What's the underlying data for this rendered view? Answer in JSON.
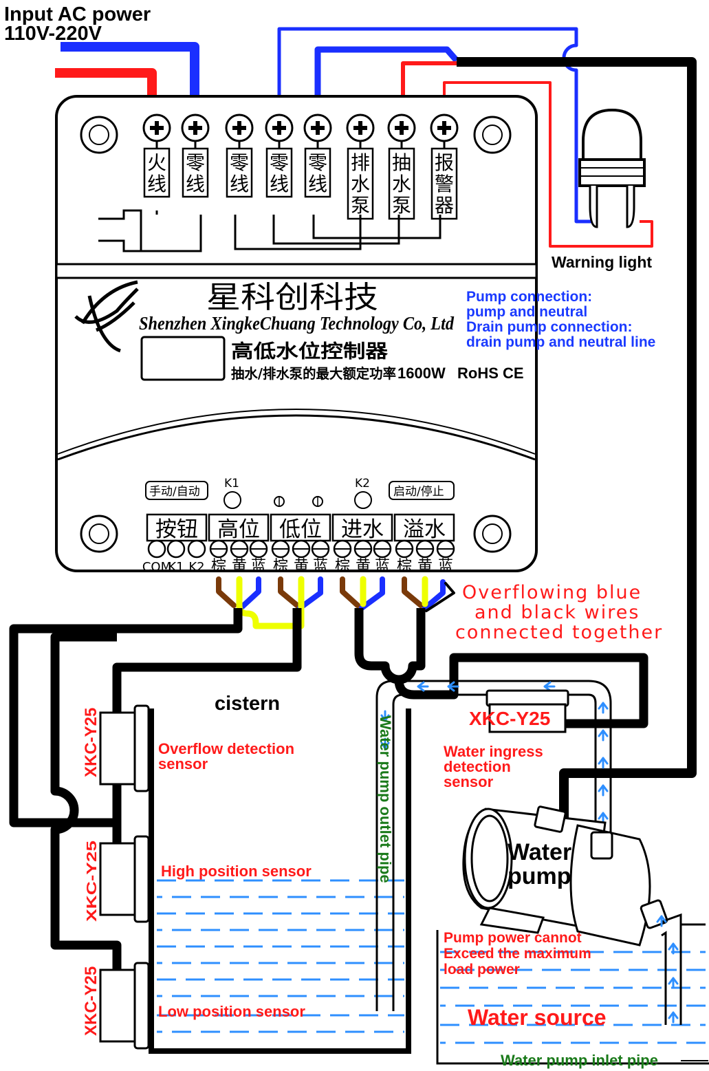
{
  "title": "Input AC power",
  "voltage": "110V-220V",
  "terminals_top": [
    {
      "label": "火线",
      "chars": [
        "火",
        "线"
      ]
    },
    {
      "label": "零线",
      "chars": [
        "零",
        "线"
      ]
    },
    {
      "label": "零线",
      "chars": [
        "零",
        "线"
      ]
    },
    {
      "label": "零线",
      "chars": [
        "零",
        "线"
      ]
    },
    {
      "label": "零线",
      "chars": [
        "零",
        "线"
      ]
    },
    {
      "label": "排水泵",
      "chars": [
        "排",
        "水",
        "泵"
      ]
    },
    {
      "label": "抽水泵",
      "chars": [
        "抽",
        "水",
        "泵"
      ]
    },
    {
      "label": "报警器",
      "chars": [
        "报",
        "警",
        "器"
      ]
    }
  ],
  "warning_light_label": "Warning light",
  "pump_note": {
    "line1": "Pump connection:",
    "line2": "pump and neutral",
    "line3": "Drain pump connection:",
    "line4": "drain pump and neutral line"
  },
  "brand": {
    "name_cn": "星科创科技",
    "name_en": "Shenzhen XingkeChuang Technology Co, Ltd",
    "product_cn": "高低水位控制器",
    "rating_cn": "抽水/排水泵的最大额定功率",
    "rating_value": "1600W",
    "certs": "RoHS CE"
  },
  "controls": {
    "k1_label": "K1",
    "k1_desc": "手动/自动",
    "k2_label": "K2",
    "k2_desc": "启动/停止"
  },
  "terminal_groups": [
    "按钮",
    "高位",
    "低位",
    "进水",
    "溢水"
  ],
  "bottom_terminals": [
    "COM",
    "K1",
    "K2",
    "棕",
    "黄",
    "蓝",
    "棕",
    "黄",
    "蓝",
    "棕",
    "黄",
    "蓝",
    "棕",
    "黄",
    "蓝"
  ],
  "overflow_note": {
    "line1": "Overflowing blue",
    "line2": "and black wires",
    "line3": "connected together"
  },
  "cistern_label": "cistern",
  "sensor_model": "XKC-Y25",
  "sensor_model_mid": "XKC-Y25",
  "overflow_sensor_label": {
    "line1": "Overflow detection",
    "line2": "sensor"
  },
  "high_sensor_label": "High position sensor",
  "low_sensor_label": "Low position sensor",
  "outlet_pipe_label": "Water pump outlet pipe",
  "ingress_sensor_label": {
    "line1": "Water ingress",
    "line2": "detection",
    "line3": "sensor"
  },
  "pump_label": {
    "line1": "Water",
    "line2": "pump"
  },
  "power_note": {
    "line1": "Pump power cannot",
    "line2": "Exceed the maximum",
    "line3": "load power"
  },
  "water_source_label": "Water source",
  "inlet_pipe_label": "Water pump inlet pipe",
  "colors": {
    "live": "#ff1a1a",
    "neutral": "#1a2fff",
    "black": "#000000",
    "brown": "#7a3a0a",
    "yellow": "#eeff00",
    "red_text": "#ff1a1a",
    "blue_text": "#1a3aff",
    "green_text": "#1a7a1a",
    "water": "#2e8fff"
  }
}
